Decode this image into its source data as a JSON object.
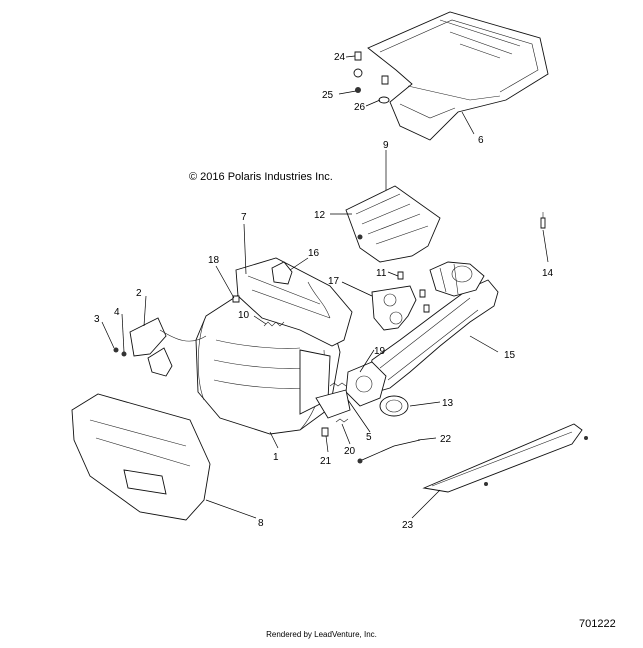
{
  "copyright": "© 2016 Polaris Industries Inc.",
  "diagram_id": "701222",
  "credit": "Rendered by LeadVenture, Inc.",
  "callouts": [
    "1",
    "2",
    "3",
    "4",
    "5",
    "6",
    "7",
    "8",
    "9",
    "10",
    "11",
    "12",
    "13",
    "14",
    "15",
    "16",
    "17",
    "18",
    "19",
    "20",
    "21",
    "22",
    "23",
    "24",
    "25",
    "26"
  ],
  "colors": {
    "line": "#111111",
    "background": "#ffffff"
  }
}
